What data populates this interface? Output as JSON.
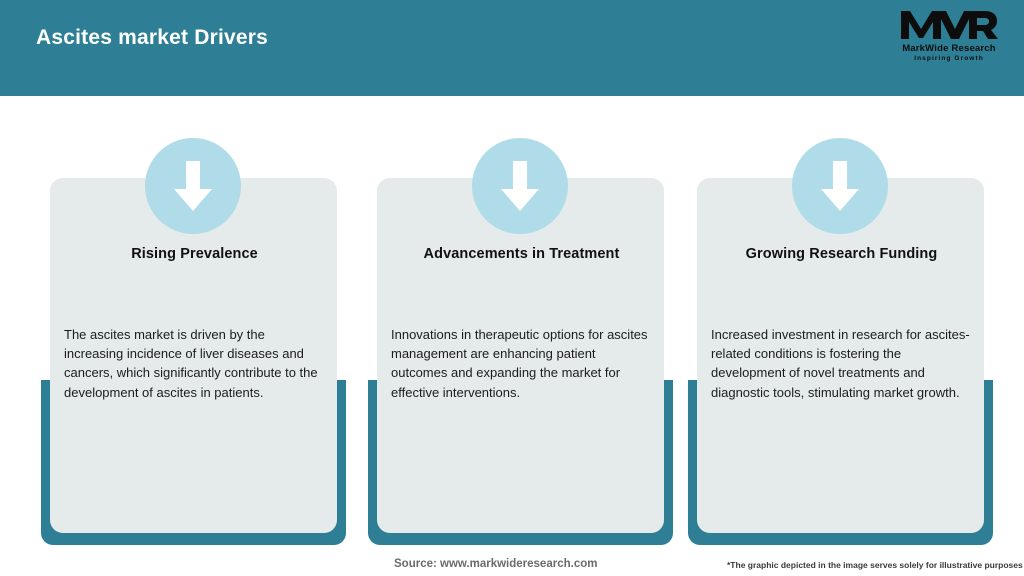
{
  "header": {
    "title": "Ascites market Drivers",
    "bg_color": "#2E7F95",
    "title_color": "#FFFFFF"
  },
  "logo": {
    "mark": "MWR",
    "name": "MarkWide Research",
    "tagline": "Inspiring Growth"
  },
  "theme": {
    "accent_teal": "#2E7F95",
    "panel_grey": "#E5EAEB",
    "badge_blue": "#AFDCE8",
    "arrow_white": "#FFFFFF"
  },
  "cards": [
    {
      "icon": "arrow-down-icon",
      "title": "Rising Prevalence",
      "body": "The ascites market is driven by the increasing incidence of liver diseases and cancers, which significantly contribute to the development of ascites in patients."
    },
    {
      "icon": "arrow-down-icon",
      "title": "Advancements in Treatment",
      "body": "Innovations in therapeutic options for ascites management are enhancing patient outcomes and expanding the market for effective interventions."
    },
    {
      "icon": "arrow-down-icon",
      "title": "Growing Research Funding",
      "body": "Increased investment in research for ascites-related conditions is fostering the development of novel treatments and diagnostic tools, stimulating market growth."
    }
  ],
  "footer": {
    "source": "Source: www.markwideresearch.com",
    "disclaimer": "*The graphic depicted in the image serves solely for illustrative purposes"
  }
}
